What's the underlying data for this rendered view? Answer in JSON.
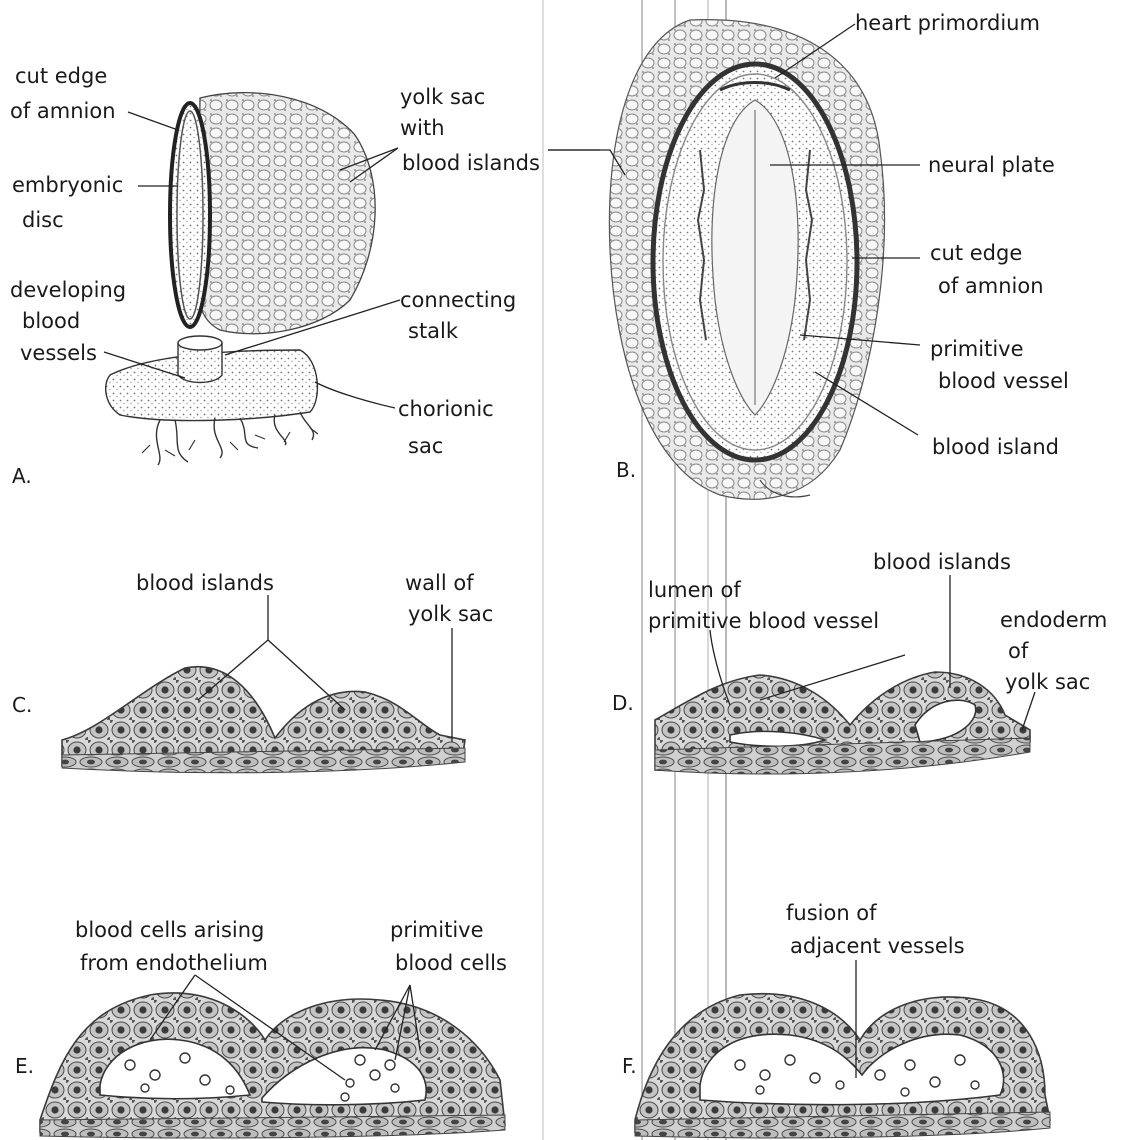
{
  "panels": {
    "A": {
      "letter": "A.",
      "labels": {
        "cut_edge_of_amnion_l1": "cut edge",
        "cut_edge_of_amnion_l2": "of amnion",
        "embryonic_disc_l1": "embryonic",
        "embryonic_disc_l2": "disc",
        "developing_vessels_l1": "developing",
        "developing_vessels_l2": "blood",
        "developing_vessels_l3": "vessels",
        "yolk_sac_l1": "yolk sac",
        "yolk_sac_l2": "with",
        "yolk_sac_l3": "blood islands",
        "connecting_stalk_l1": "connecting",
        "connecting_stalk_l2": "stalk",
        "chorionic_sac_l1": "chorionic",
        "chorionic_sac_l2": "sac"
      }
    },
    "B": {
      "letter": "B.",
      "labels": {
        "heart_primordium": "heart primordium",
        "neural_plate": "neural plate",
        "cut_edge_l1": "cut edge",
        "cut_edge_l2": "of amnion",
        "primitive_vessel_l1": "primitive",
        "primitive_vessel_l2": "blood vessel",
        "blood_island": "blood island"
      }
    },
    "C": {
      "letter": "C.",
      "labels": {
        "blood_islands": "blood islands",
        "wall_l1": "wall of",
        "wall_l2": "yolk sac"
      }
    },
    "D": {
      "letter": "D.",
      "labels": {
        "blood_islands": "blood islands",
        "lumen_l1": "lumen of",
        "lumen_l2": "primitive blood vessel",
        "endoderm_l1": "endoderm",
        "endoderm_l2": "of",
        "endoderm_l3": "yolk sac"
      }
    },
    "E": {
      "letter": "E.",
      "labels": {
        "arising_l1": "blood cells arising",
        "arising_l2": "from endothelium",
        "primitive_cells_l1": "primitive",
        "primitive_cells_l2": "blood cells"
      }
    },
    "F": {
      "letter": "F.",
      "labels": {
        "fusion_l1": "fusion of",
        "fusion_l2": "adjacent vessels"
      }
    }
  }
}
